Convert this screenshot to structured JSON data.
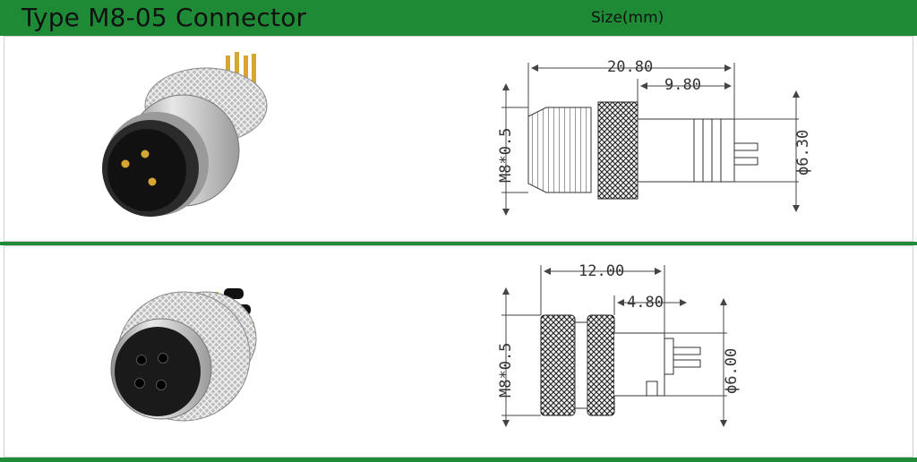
{
  "header": {
    "title": "Type M8-05 Connector",
    "size_label": "Size(mm)"
  },
  "male": {
    "total_length": "20.80",
    "thread_length": "9.80",
    "thread": "M8*0.5",
    "diameter": "ϕ6.30"
  },
  "female": {
    "total_length": "12.00",
    "thread_length": "4.80",
    "thread": "M8*0.5",
    "diameter": "ϕ6.00"
  },
  "colors": {
    "accent": "#1f8a36",
    "dimension_line": "#444444",
    "metal": "#c7c7c7",
    "body_black": "#111111",
    "gold_pin": "#d6a534"
  }
}
